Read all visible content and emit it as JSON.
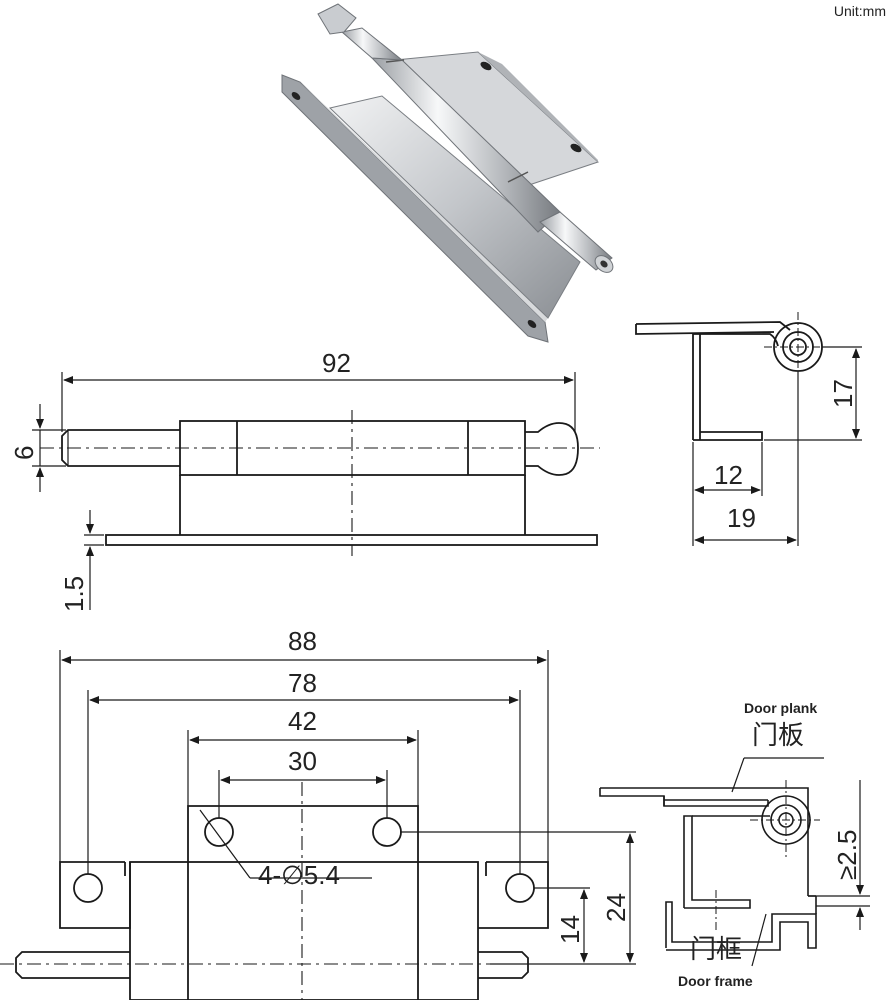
{
  "unit_label": "Unit:mm",
  "dimensions": {
    "length_92": "92",
    "pin_6": "6",
    "plate_1_5": "1.5",
    "height_17": "17",
    "depth_12": "12",
    "depth_19": "19",
    "width_88": "88",
    "width_78": "78",
    "width_42": "42",
    "width_30": "30",
    "holes": "4-∅5.4",
    "h_24": "24",
    "h_14": "14",
    "gap_2_5": "≥2.5"
  },
  "labels": {
    "door_plank_en": "Door plank",
    "door_plank_cn": "门板",
    "door_frame_cn": "门框",
    "door_frame_en": "Door frame"
  },
  "colors": {
    "line": "#1a1a1a",
    "steel_light": "#e4e6e8",
    "steel_mid": "#b9bcc0",
    "steel_dark": "#7d8186"
  }
}
